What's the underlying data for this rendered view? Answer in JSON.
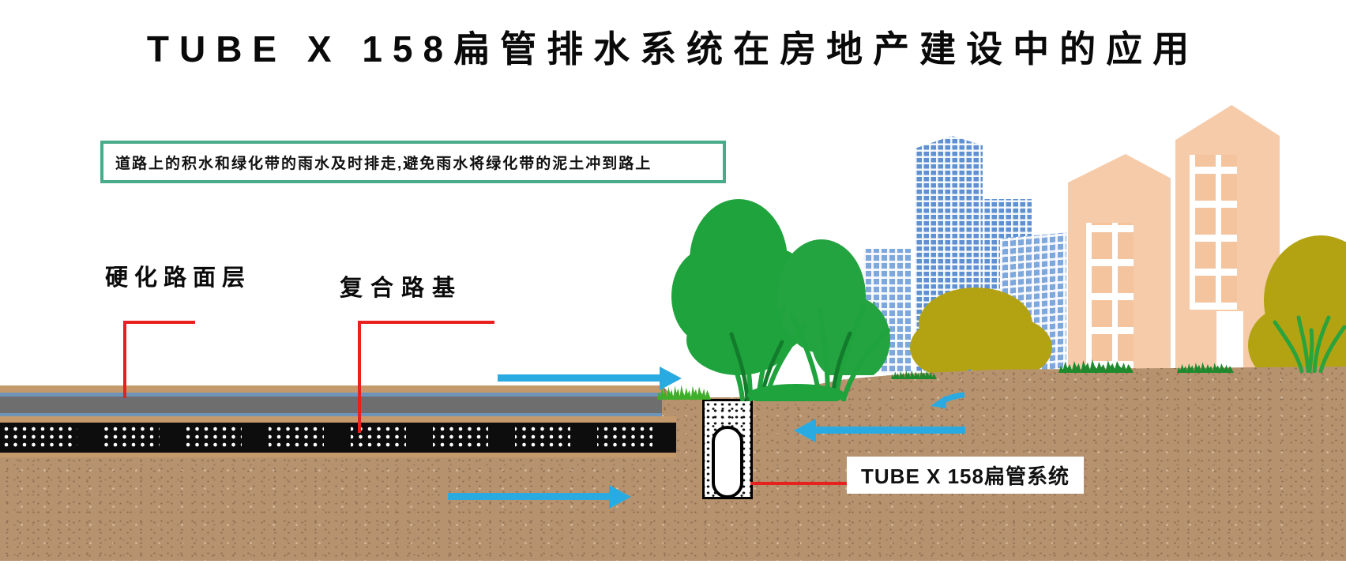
{
  "title": "TUBE X 158扁管排水系统在房地产建设中的应用",
  "info_box": {
    "text": "道路上的积水和绿化带的雨水及时排走,避免雨水将绿化带的泥土冲到路上",
    "border_color": "#4aab8a"
  },
  "labels": {
    "pavement_label": "硬化路面层",
    "roadbed_label": "复合路基",
    "pipe_label": "TUBE X 158扁管系统"
  },
  "legend": {
    "arrow_meaning": "water flow direction",
    "arrows": [
      {
        "name": "surface-runoff-arrow",
        "direction": "right"
      },
      {
        "name": "subsurface-flow-arrow",
        "direction": "right"
      },
      {
        "name": "greenbelt-flow-arrow",
        "direction": "left"
      },
      {
        "name": "infiltration-arrow",
        "direction": "down-left"
      }
    ]
  },
  "colors": {
    "leader_line_red": "#e8211f",
    "water_arrow_blue": "#29abe2",
    "info_border_green": "#4aab8a",
    "soil_brown": "#b7926f",
    "road_tan": "#c49a6c",
    "asphalt_gray": "#6e6e6e",
    "perforated_layer_black": "#0d0d0d",
    "building_blue": "#5e90d2",
    "building_peach": "#f6cba9",
    "tree_green": "#1fa33c",
    "tree_olive": "#b3a313"
  }
}
